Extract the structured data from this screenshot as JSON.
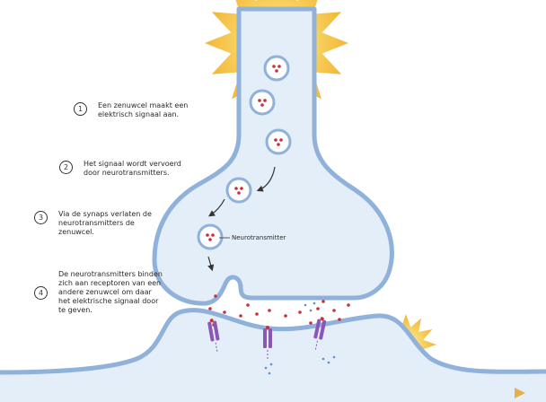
{
  "steps": [
    {
      "num": "1",
      "text": "Een zenuwcel maakt een elektrisch signaal aan."
    },
    {
      "num": "2",
      "text": "Het signaal wordt vervoerd door neurotransmitters."
    },
    {
      "num": "3",
      "text": "Via de synaps verlaten de neurotransmitters de zenuwcel."
    },
    {
      "num": "4",
      "text": "De neurotransmitters binden zich aan receptoren van een andere zenuwcel om daar het elektrische signaal door te geven."
    }
  ],
  "vesicle_label": "Neurotransmitter",
  "colors": {
    "membrane": "#8fb1da",
    "cytoplasm": "#e4eef8",
    "neurotransmitter": "#c9303a",
    "receptor": "#8a56b8",
    "signal": "#f4c24a",
    "signal_arrow": "#e3b04b"
  }
}
